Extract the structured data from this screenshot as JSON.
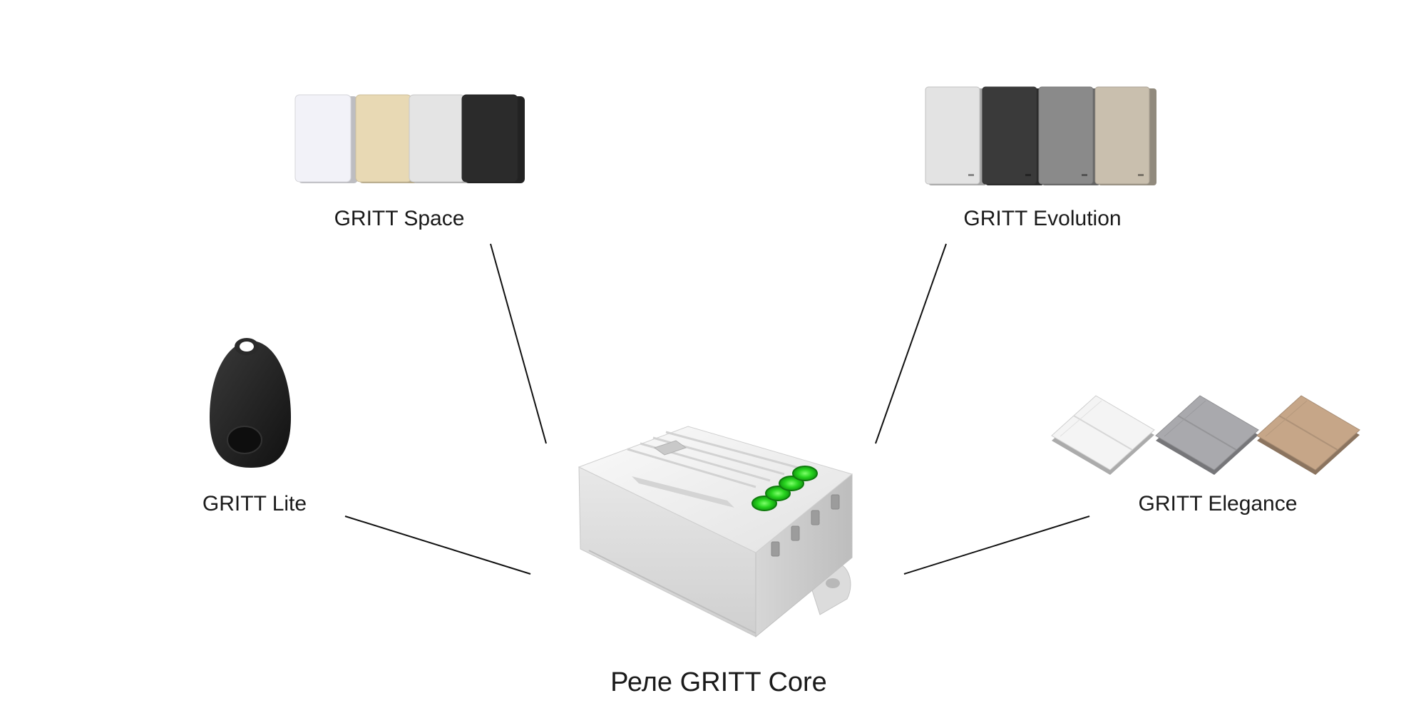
{
  "diagram": {
    "center": {
      "label": "Реле GRITT Core",
      "led_color": "#22cc22",
      "body_color": "#e6e6e6"
    },
    "devices": [
      {
        "id": "space",
        "label": "GRITT Space",
        "panel_colors": [
          "#f2f2f8",
          "#e8d9b4",
          "#e4e4e4",
          "#2b2b2b"
        ]
      },
      {
        "id": "evolution",
        "label": "GRITT Evolution",
        "panel_colors": [
          "#e3e3e3",
          "#3a3a3a",
          "#8a8a8a",
          "#c9bfae"
        ]
      },
      {
        "id": "lite",
        "label": "GRITT Lite",
        "panel_colors": [
          "#1f1f1f"
        ]
      },
      {
        "id": "elegance",
        "label": "GRITT Elegance",
        "panel_colors": [
          "#f4f4f4",
          "#a9a9ad",
          "#c6a688"
        ]
      }
    ]
  }
}
